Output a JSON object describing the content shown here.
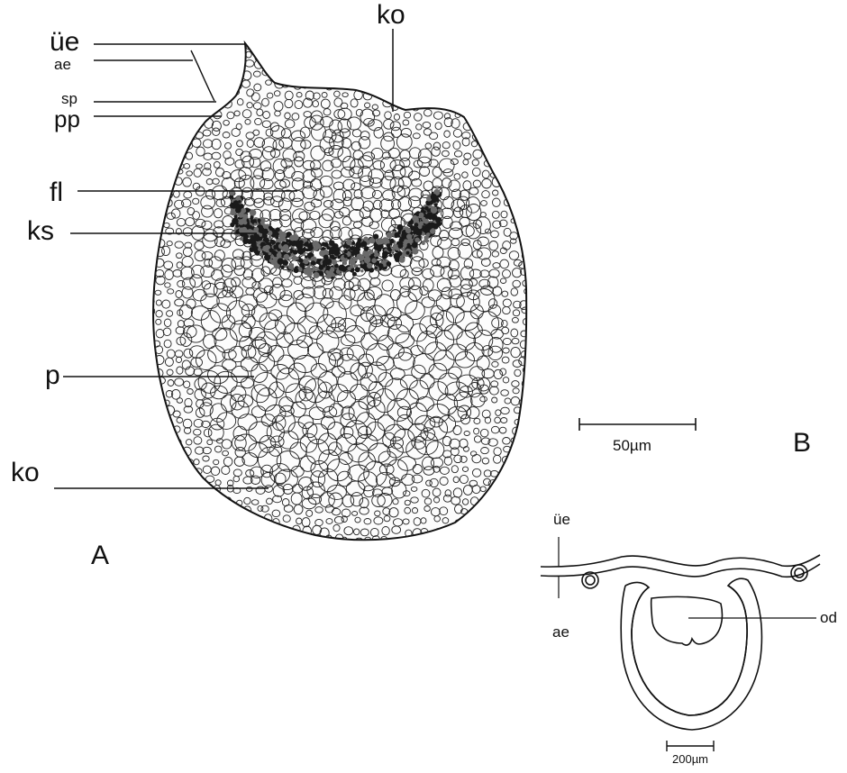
{
  "figure": {
    "panel_a_label": "A",
    "panel_b_label": "B",
    "panel_a_labels": {
      "ue": "üe",
      "ae": "ae",
      "sp": "sp",
      "pp": "pp",
      "ko_top": "ko",
      "fl": "fl",
      "ks": "ks",
      "p": "p",
      "ko_bottom": "ko"
    },
    "panel_a_scale": "50µm",
    "panel_b_labels": {
      "ue": "üe",
      "ae": "ae",
      "od": "od"
    },
    "panel_b_scale": "200µm"
  }
}
